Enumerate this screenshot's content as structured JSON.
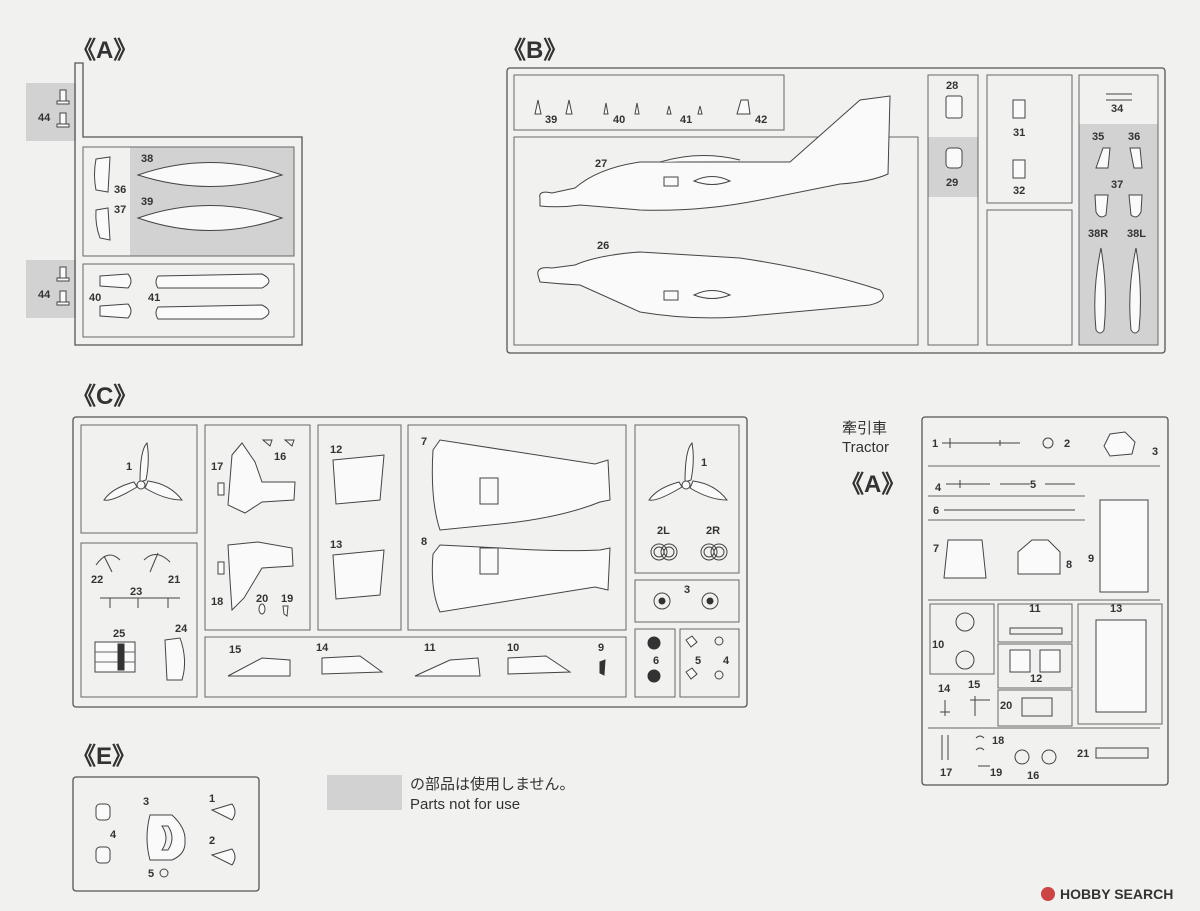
{
  "sections": {
    "A": {
      "title": "《A》",
      "parts": {
        "p44a": "44",
        "p44b": "44",
        "p38": "38",
        "p36": "36",
        "p39": "39",
        "p37": "37",
        "p40": "40",
        "p41": "41"
      }
    },
    "B": {
      "title": "《B》",
      "parts": {
        "p39": "39",
        "p40": "40",
        "p41": "41",
        "p42": "42",
        "p27": "27",
        "p26": "26",
        "p28": "28",
        "p29": "29",
        "p31": "31",
        "p32": "32",
        "p34": "34",
        "p35": "35",
        "p36": "36",
        "p37": "37",
        "p38R": "38R",
        "p38L": "38L"
      }
    },
    "C": {
      "title": "《C》",
      "parts": {
        "p1a": "1",
        "p17": "17",
        "p16": "16",
        "p12": "12",
        "p7": "7",
        "p1b": "1",
        "p22": "22",
        "p21": "21",
        "p23": "23",
        "p13": "13",
        "p8": "8",
        "p2L": "2L",
        "p2R": "2R",
        "p18": "18",
        "p20": "20",
        "p19": "19",
        "p3": "3",
        "p25": "25",
        "p24": "24",
        "p15": "15",
        "p14": "14",
        "p11": "11",
        "p10": "10",
        "p9": "9",
        "p6": "6",
        "p5": "5",
        "p4": "4"
      }
    },
    "E": {
      "title": "《E》",
      "parts": {
        "p1": "1",
        "p3": "3",
        "p4": "4",
        "p2": "2",
        "p5": "5"
      }
    },
    "tractor": {
      "title_jp": "牽引車",
      "title_en": "Tractor",
      "tag": "《A》",
      "parts": {
        "p1": "1",
        "p2": "2",
        "p3": "3",
        "p4": "4",
        "p5": "5",
        "p6": "6",
        "p7": "7",
        "p8": "8",
        "p9": "9",
        "p10": "10",
        "p11": "11",
        "p12": "12",
        "p13": "13",
        "p14": "14",
        "p15": "15",
        "p16": "16",
        "p17": "17",
        "p18": "18",
        "p19": "19",
        "p20": "20",
        "p21": "21"
      }
    }
  },
  "legend": {
    "jp": "の部品は使用しません。",
    "en": "Parts not for use",
    "swatch_color": "#d2d2d2"
  },
  "watermark": "HOBBY SEARCH"
}
